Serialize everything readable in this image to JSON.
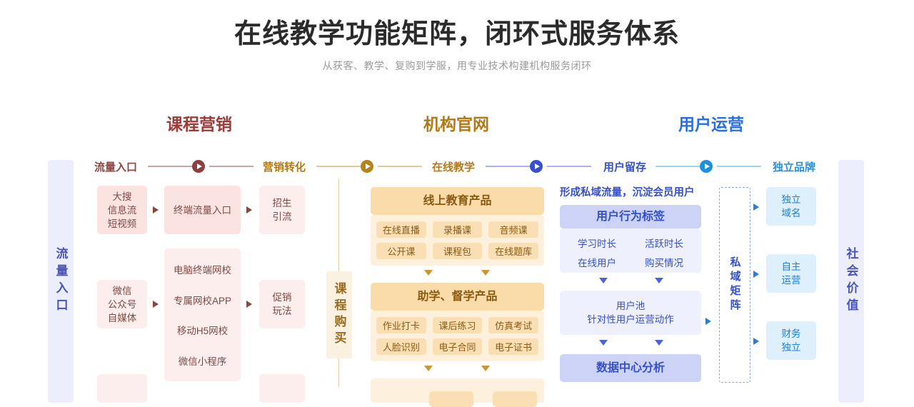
{
  "header": {
    "title": "在线教学功能矩阵，闭环式服务体系",
    "subtitle": "从获客、教学、复购到学服，用专业技术构建机构服务闭环"
  },
  "stages": [
    {
      "label": "课程营销",
      "color": "#9c3b37"
    },
    {
      "label": "机构官网",
      "color": "#b07a17"
    },
    {
      "label": "用户运营",
      "color": "#2a6fe0"
    }
  ],
  "flow": {
    "steps": [
      {
        "label": "流量入口",
        "color": "#8a4742"
      },
      {
        "label": "营销转化",
        "color": "#b07a17"
      },
      {
        "label": "在线教学",
        "color": "#b07a17"
      },
      {
        "label": "用户留存",
        "color": "#3550c9"
      },
      {
        "label": "独立品牌",
        "color": "#2a8fd8"
      }
    ],
    "nodes": [
      {
        "color": "#8e3f3f"
      },
      {
        "color": "#b78318"
      },
      {
        "color": "#3a4fd0"
      },
      {
        "color": "#1f8fe0"
      }
    ]
  },
  "side_columns": {
    "traffic_entry": "流量入口",
    "course_purchase": "课程购买",
    "social_value": "社会价值"
  },
  "marketing": {
    "channel_top": "大搜\n信息流\n短视频",
    "channel_top_lines": [
      "大搜",
      "信息流",
      "短视频"
    ],
    "channel_bottom_lines": [
      "微信",
      "公众号",
      "自媒体"
    ],
    "terminal_entry": "终端流量入口",
    "terminal_list": [
      "电脑终端网校",
      "专属网校APP",
      "移动H5网校",
      "微信小程序"
    ],
    "conversion_top_lines": [
      "招生",
      "引流"
    ],
    "conversion_bottom_lines": [
      "促销",
      "玩法"
    ]
  },
  "teaching": {
    "block1": {
      "title": "线上教育产品",
      "items": [
        "在线直播",
        "录播课",
        "音频课",
        "公开课",
        "课程包",
        "在线题库"
      ]
    },
    "block2": {
      "title": "助学、督学产品",
      "items": [
        "作业打卡",
        "课后练习",
        "仿真考试",
        "人脸识别",
        "电子合同",
        "电子证书"
      ]
    }
  },
  "operation": {
    "caption": "形成私域流量，沉淀会员用户",
    "tags_title": "用户行为标签",
    "tags": [
      "学习时长",
      "活跃时长",
      "在线用户",
      "购买情况"
    ],
    "pool_title": "用户池",
    "pool_sub": "针对性用户运营动作",
    "data_center": "数据中心分析",
    "matrix": "私域矩阵"
  },
  "brand": {
    "items": [
      {
        "lines": [
          "独立",
          "域名"
        ]
      },
      {
        "lines": [
          "自主",
          "运营"
        ]
      },
      {
        "lines": [
          "财务",
          "独立"
        ]
      }
    ]
  }
}
